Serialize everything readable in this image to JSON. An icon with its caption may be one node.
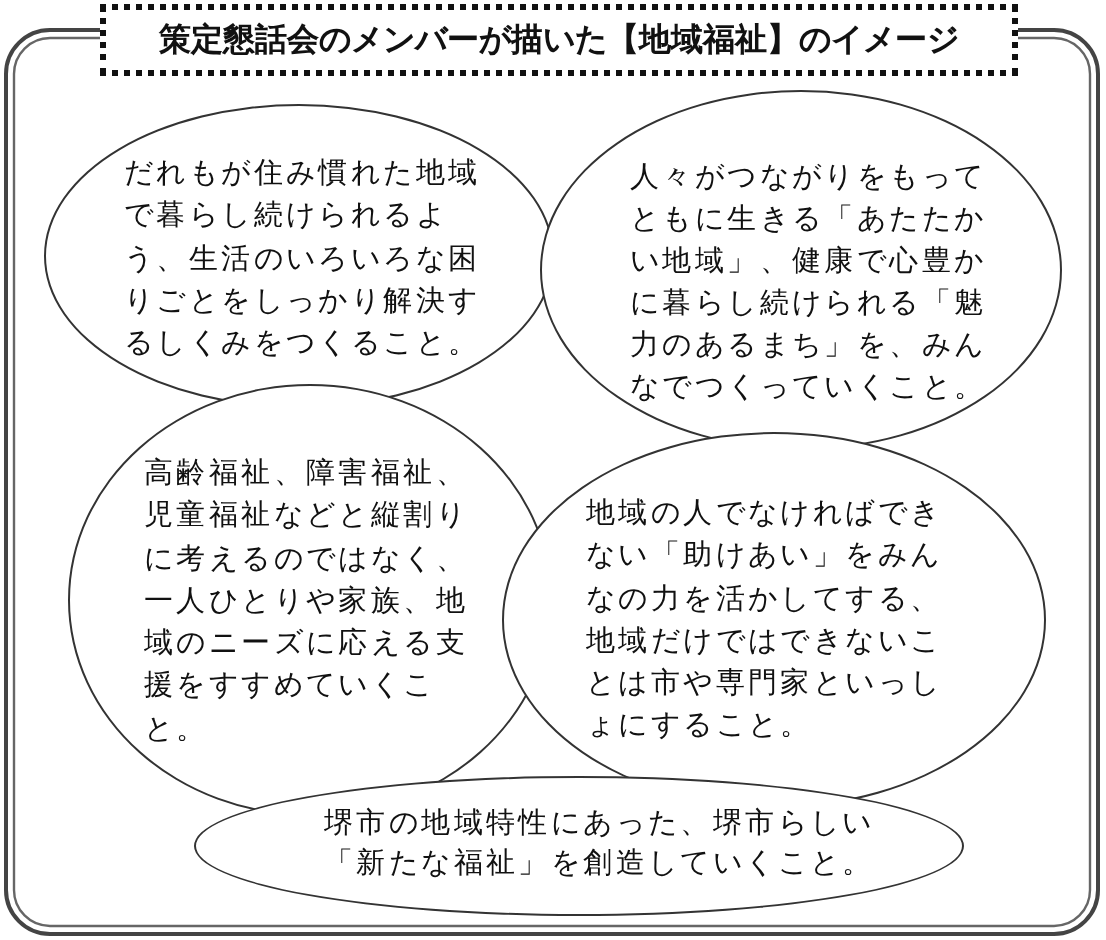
{
  "diagram": {
    "nodes": [
      {
        "text": [
          "策定懇話会のメンバーが描いた【地域福祉】のイメージ"
        ]
      },
      {
        "text": [
          "だれもが住み慣れた地域で暮らし続けられるよう、生活のいろいろな困りごとをしっかり解決するしくみをつくること。"
        ],
        "in": 0
      },
      {
        "text": [
          "人々がつながりをもってともに生きる「あたたかい地域」、健康で心豊かに暮らし続けられる「魅力のあるまち」を、みんなでつくっていくこと。"
        ],
        "in": 0
      },
      {
        "text": [
          "高齢福祉、障害福祉、児童福祉などと縦割りに考えるのではなく、一人ひとりや家族、地域のニーズに応える支援をすすめていくこと。"
        ],
        "in": 0
      },
      {
        "text": [
          "地域の人でなければできない「助けあい」をみんなの力を活かしてする、地域だけではできないことは市や専門家といっしょにすること。"
        ],
        "in": 0
      },
      {
        "text": [
          "堺市の地域特性にあった、堺市らしい「新たな福祉」を創造していくこと。"
        ],
        "in": 0
      }
    ]
  }
}
